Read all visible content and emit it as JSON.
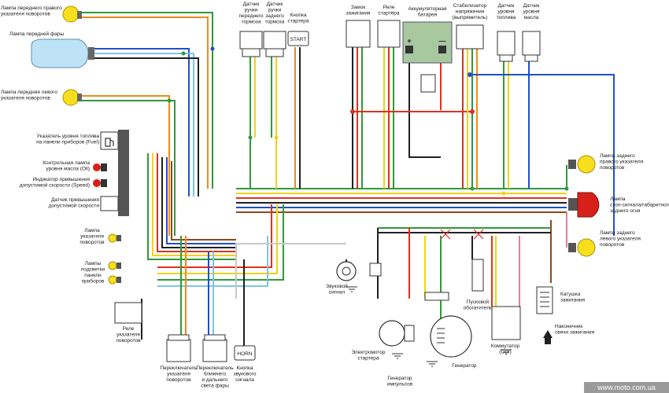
{
  "labels": {
    "front_right_turn": [
      "Лампа переднего правого",
      "указателя поворотов"
    ],
    "headlight": [
      "Лампа передней фары"
    ],
    "front_left_turn": [
      "Лампа передняя левого",
      "указателя поворотов"
    ],
    "fuel_gauge": [
      "Указатель уровня топлива",
      "на панели приборов (Fuel)"
    ],
    "oil_lamp": [
      "Контрольная лампа",
      "уровня масла (Oil)"
    ],
    "speed_indicator": [
      "Индикатор превышения",
      "допустимой скорости (Speed)"
    ],
    "speed_sensor": [
      "Датчик превышения",
      "допустимой скорости"
    ],
    "turn_indicator": [
      "Лампа",
      "указателя",
      "поворотов"
    ],
    "panel_lamps": [
      "Лампы",
      "подсветки",
      "панели",
      "приборов"
    ],
    "turn_relay": [
      "Реле",
      "указателя",
      "поворотов"
    ],
    "turn_switch": [
      "Переключатель",
      "указателя",
      "поворотов"
    ],
    "light_switch": [
      "Переключатель",
      "ближнего",
      "и дальнего",
      "света фары"
    ],
    "horn_button": [
      "Кнопка",
      "звукового",
      "сигнала"
    ],
    "horn": [
      "Звуковой",
      "сигнал"
    ],
    "front_brake_sensor": [
      "Датчик",
      "ручки",
      "переднего",
      "тормоза"
    ],
    "rear_brake_sensor": [
      "Датчик",
      "ручки",
      "заднего",
      "тормоза"
    ],
    "start_button": [
      "Кнопка",
      "стартера"
    ],
    "ignition_lock": [
      "Замок",
      "зажигания"
    ],
    "starter_relay": [
      "Реле",
      "стартёра"
    ],
    "battery": [
      "Аккумуляторная",
      "батарея"
    ],
    "voltage_regulator": [
      "Стабилизатор",
      "напряжения",
      "(выпрямитель)"
    ],
    "fuel_sensor": [
      "Датчик",
      "уровня",
      "топлива"
    ],
    "oil_sensor": [
      "Датчик",
      "уровня",
      "масла"
    ],
    "rear_right_turn": [
      "Лампа заднего",
      "правого указателя",
      "поворотов"
    ],
    "stop_lamp": [
      "Лампа",
      "стоп-сигнала/габаритного",
      "заднего огня"
    ],
    "rear_left_turn": [
      "Лампа заднего",
      "левого указателя",
      "поворотов"
    ],
    "ignition_coil": [
      "Катушка",
      "зажигания"
    ],
    "spark_plug_cap": [
      "Наконечник",
      "свечи зажигания"
    ],
    "starter_motor": [
      "Электромотор",
      "стартера"
    ],
    "pulse_generator": [
      "Генератор",
      "импульсов"
    ],
    "generator": [
      "Генератор"
    ],
    "choke": [
      "Пусковой",
      "обогатитель"
    ],
    "cdi": [
      "Коммутатор",
      "(CDI)"
    ]
  },
  "component_text": {
    "start": "START",
    "horn": "HORN",
    "battery_minus": "—",
    "battery_plus": "+"
  },
  "watermark": "www.moto.com.ua",
  "colors": {
    "red": "#e03020",
    "green": "#2f9a3a",
    "yellow": "#f2d21a",
    "blue": "#2050c8",
    "black": "#202020",
    "brown": "#8a4a1e",
    "orange": "#f08a1a",
    "lightblue": "#7fc3e8",
    "pink": "#e87aa6",
    "white_wire": "#c8c8c8",
    "lamp_yellow": "#f7df1e",
    "lamp_red": "#d8201a",
    "headlight_blue": "#bfe3f6",
    "battery_green": "#a8c8a0"
  }
}
